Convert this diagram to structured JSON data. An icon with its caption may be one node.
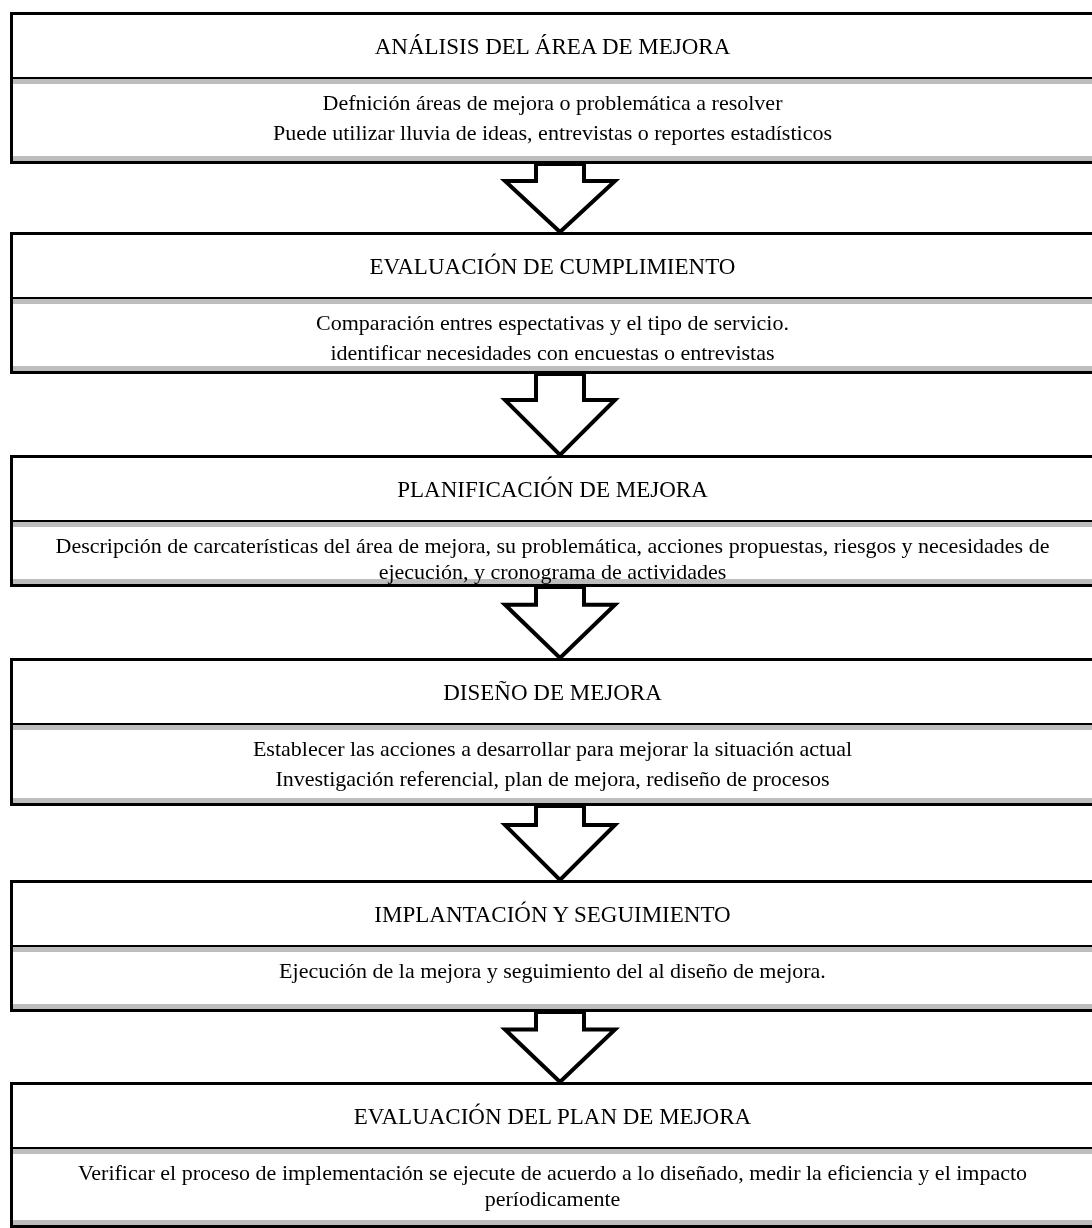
{
  "diagram": {
    "nodes": [
      {
        "text": [
          "ANÁLISIS DEL ÁREA DE MEJORA",
          "Defnición áreas de mejora o problemática a resolver",
          "Puede utilizar lluvia de ideas, entrevistas o reportes estadísticos"
        ]
      },
      {
        "text": [
          "EVALUACIÓN DE CUMPLIMIENTO",
          "Comparación entres espectativas y el tipo de servicio.",
          "identificar necesidades con encuestas o entrevistas"
        ]
      },
      {
        "text": [
          "PLANIFICACIÓN DE MEJORA",
          "Descripción de carcaterísticas del área de mejora, su problemática, acciones propuestas, riesgos y necesidades de ejecución, y cronograma de actividades"
        ]
      },
      {
        "text": [
          "DISEÑO DE MEJORA",
          "Establecer las acciones a desarrollar para mejorar la situación actual",
          "Investigación referencial, plan de mejora, rediseño de procesos"
        ]
      },
      {
        "text": [
          "IMPLANTACIÓN Y SEGUIMIENTO",
          "Ejecución de la mejora y seguimiento del al diseño de mejora."
        ]
      },
      {
        "text": [
          "EVALUACIÓN DEL PLAN DE MEJORA",
          "Verificar el proceso de implementación se ejecute de acuerdo a lo diseñado, medir la eficiencia y el impacto períodicamente"
        ]
      }
    ],
    "edges": [
      {
        "from": 0,
        "to": 1,
        "arrow": "to"
      },
      {
        "from": 1,
        "to": 2,
        "arrow": "to"
      },
      {
        "from": 2,
        "to": 3,
        "arrow": "to"
      },
      {
        "from": 3,
        "to": 4,
        "arrow": "to"
      },
      {
        "from": 4,
        "to": 5,
        "arrow": "to"
      }
    ]
  }
}
